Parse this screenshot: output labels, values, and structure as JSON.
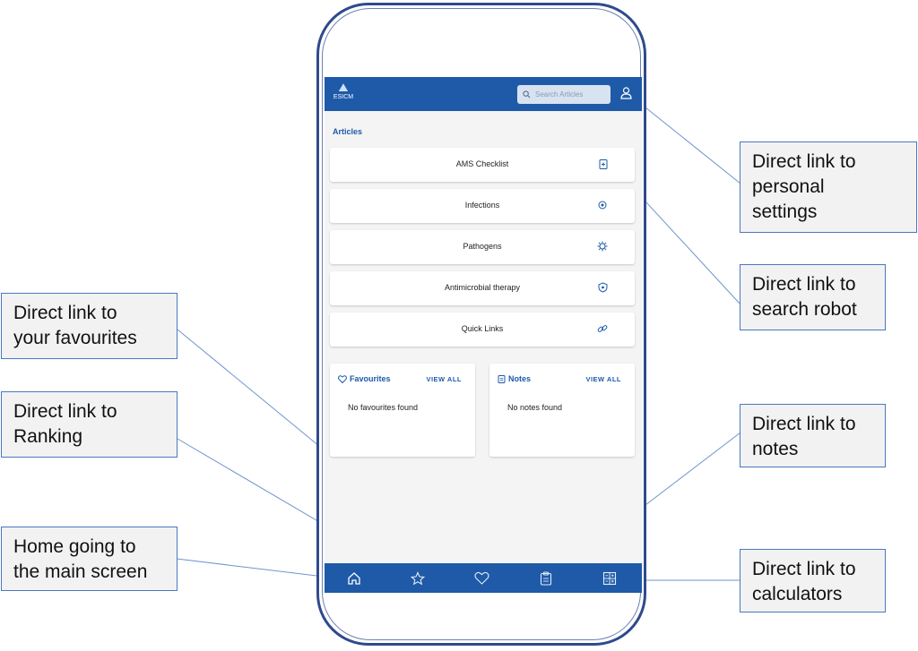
{
  "header": {
    "logo_text": "ESICM",
    "search_placeholder": "Search Articles"
  },
  "articles": {
    "title": "Articles",
    "items": [
      {
        "label": "AMS Checklist",
        "icon": "clipboard-plus-icon"
      },
      {
        "label": "Infections",
        "icon": "virus-icon"
      },
      {
        "label": "Pathogens",
        "icon": "bacteria-gear-icon"
      },
      {
        "label": "Antimicrobial therapy",
        "icon": "shield-icon"
      },
      {
        "label": "Quick Links",
        "icon": "link-icon"
      }
    ]
  },
  "favourites": {
    "title": "Favourites",
    "view_all": "VIEW ALL",
    "empty": "No favourites found"
  },
  "notes": {
    "title": "Notes",
    "view_all": "VIEW ALL",
    "empty": "No notes found"
  },
  "bottom_nav": [
    {
      "name": "home-icon"
    },
    {
      "name": "star-icon"
    },
    {
      "name": "heart-icon"
    },
    {
      "name": "clipboard-icon"
    },
    {
      "name": "calculator-icon"
    }
  ],
  "callouts": {
    "personal_settings": [
      "Direct link to",
      "personal",
      "settings"
    ],
    "search_robot": [
      "Direct link to",
      "search robot"
    ],
    "favourites": [
      "Direct link to",
      "your favourites"
    ],
    "ranking": [
      "Direct link to",
      "Ranking"
    ],
    "notes": [
      "Direct link to",
      "notes"
    ],
    "home": [
      "Home going to",
      "the main screen"
    ],
    "calculators": [
      "Direct link to",
      "calculators"
    ]
  },
  "colors": {
    "primary": "#1e5aa8",
    "background": "#f4f4f4",
    "callout_border": "#4a78c0"
  }
}
